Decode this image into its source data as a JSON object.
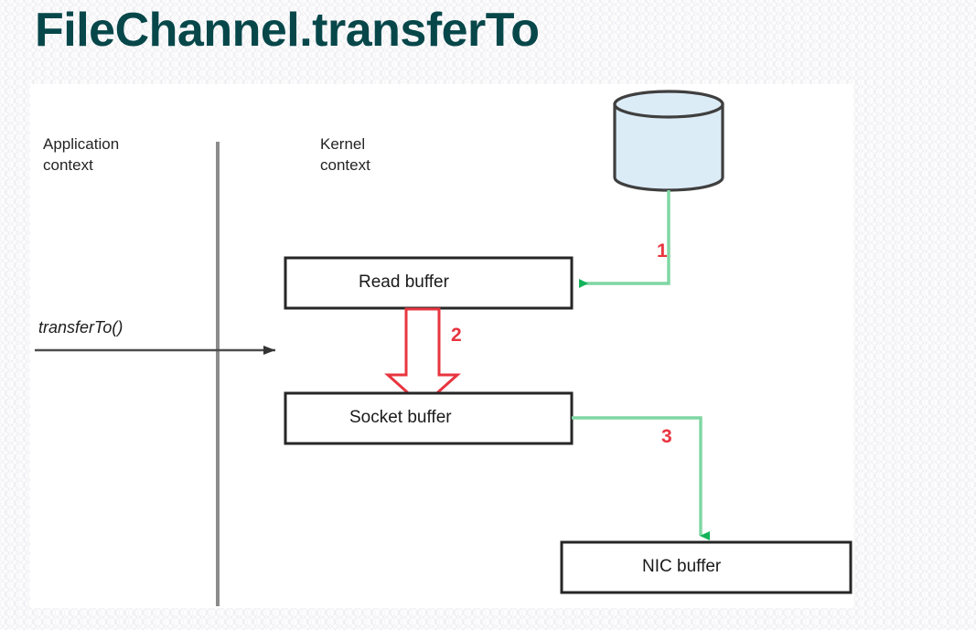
{
  "slide": {
    "title": "FileChannel.transferTo",
    "title_color": "#07474a",
    "background_color": "#fcfcfd",
    "canvas_color": "#ffffff"
  },
  "diagram": {
    "type": "flow-diagram",
    "contexts": [
      {
        "id": "application",
        "label": "Application\ncontext"
      },
      {
        "id": "kernel",
        "label": "Kernel\ncontext"
      }
    ],
    "divider": {
      "name": "context-divider",
      "color": "#8c8c8c"
    },
    "entry_call": {
      "label": "transferTo()",
      "arrow_color": "#4d4d4d",
      "style": "italic"
    },
    "nodes": [
      {
        "id": "disk",
        "shape": "cylinder",
        "label": "",
        "fill": "#dcecf7",
        "stroke": "#3f3f3f"
      },
      {
        "id": "read-buffer",
        "shape": "rect",
        "label": "Read buffer",
        "fill": "#ffffff",
        "stroke": "#262626"
      },
      {
        "id": "socket-buffer",
        "shape": "rect",
        "label": "Socket buffer",
        "fill": "#ffffff",
        "stroke": "#262626"
      },
      {
        "id": "nic-buffer",
        "shape": "rect",
        "label": "NIC buffer",
        "fill": "#ffffff",
        "stroke": "#262626"
      }
    ],
    "edges": [
      {
        "id": "edge-1",
        "step": "1",
        "from": "disk",
        "to": "read-buffer",
        "color": "#7fd6a2",
        "arrowhead_color": "#14b35a",
        "step_color": "#e8353f"
      },
      {
        "id": "edge-2",
        "step": "2",
        "from": "read-buffer",
        "to": "socket-buffer",
        "color": "#e8353f",
        "style": "hollow-block-arrow",
        "step_color": "#e8353f"
      },
      {
        "id": "edge-3",
        "step": "3",
        "from": "socket-buffer",
        "to": "nic-buffer",
        "color": "#7fd6a2",
        "arrowhead_color": "#14b35a",
        "step_color": "#e8353f"
      }
    ]
  }
}
